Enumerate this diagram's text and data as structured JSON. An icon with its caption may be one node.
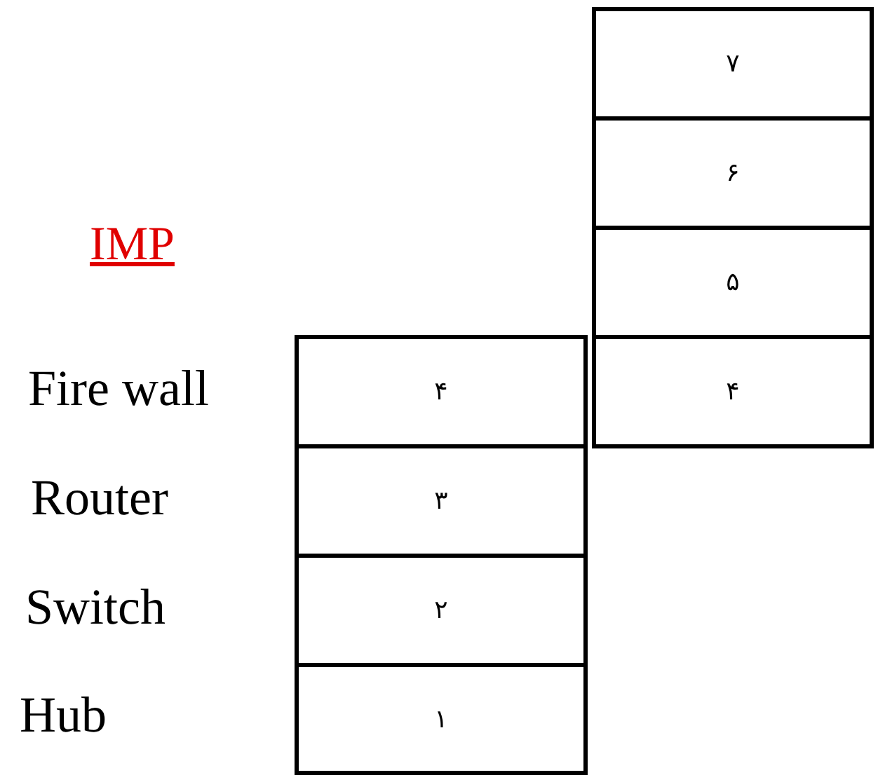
{
  "diagram": {
    "nodes": [
      {
        "text": [
          "۷"
        ]
      },
      {
        "text": [
          "۶"
        ]
      },
      {
        "text": [
          "۵"
        ]
      },
      {
        "text": [
          "۴"
        ],
        "beside": [
          "Fire wall"
        ]
      },
      {
        "text": [
          "۴"
        ]
      },
      {
        "text": [
          "۳"
        ],
        "beside": [
          "Router"
        ]
      },
      {
        "text": [
          "۲"
        ],
        "beside": [
          "Switch"
        ]
      },
      {
        "text": [
          "۱"
        ],
        "beside": [
          "Hub"
        ]
      }
    ],
    "edges": [],
    "labels": [
      "IMP"
    ]
  }
}
